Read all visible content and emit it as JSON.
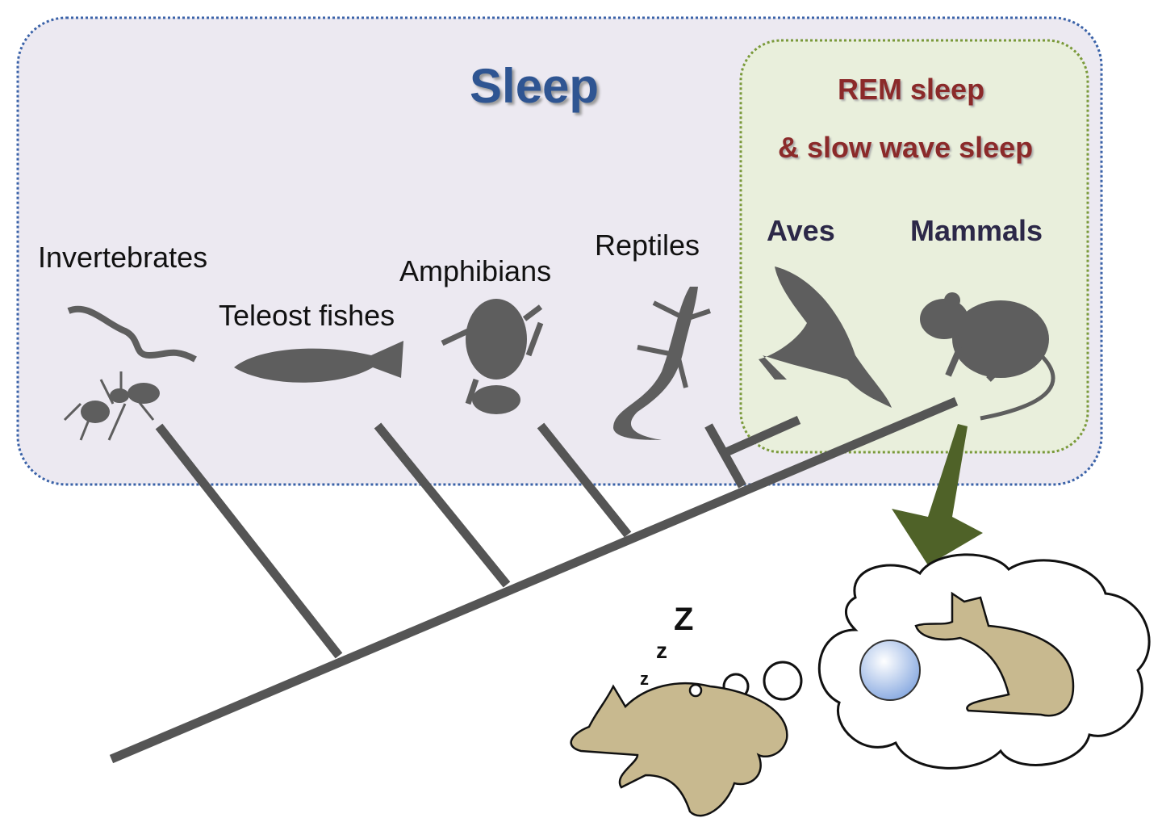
{
  "title": "Sleep",
  "rem_box": {
    "line1": "REM sleep",
    "line2": "& slow wave sleep"
  },
  "groups": {
    "invertebrates": "Invertebrates",
    "teleost": "Teleost fishes",
    "amphibians": "Amphibians",
    "reptiles": "Reptiles",
    "aves": "Aves",
    "mammals": "Mammals"
  },
  "zzz": [
    "z",
    "z",
    "Z"
  ],
  "colors": {
    "title": "#2f5592",
    "rem_text": "#8b2a2a",
    "group_bold": "#2c2848",
    "sleep_box_fill": "#ece9f1",
    "sleep_box_border": "#3a62a8",
    "rem_box_fill": "#e9efdc",
    "rem_box_border": "#7a9a3a",
    "tree": "#555555",
    "silhouette": "#5e5e5e",
    "arrow": "#4f6228",
    "cat": "#c8b98f",
    "ball": "#aac4ee"
  }
}
